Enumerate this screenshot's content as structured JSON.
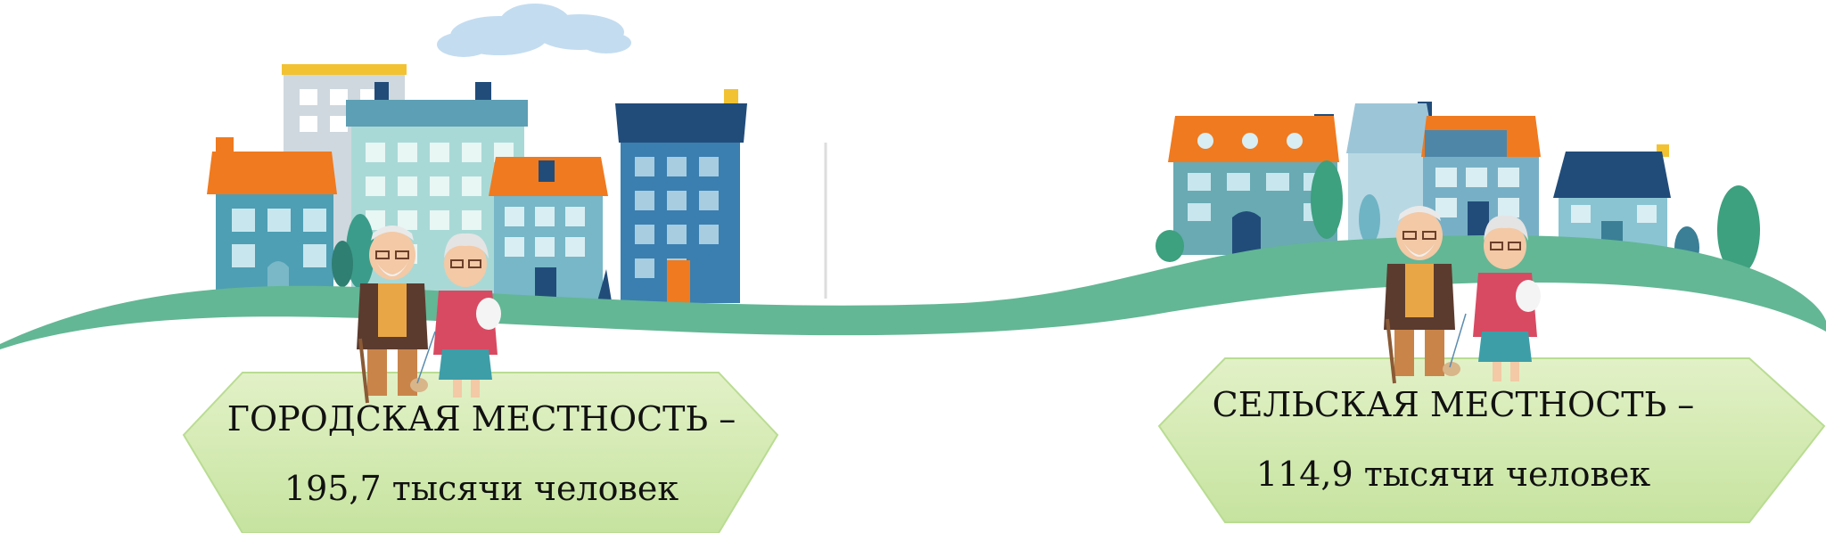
{
  "urban": {
    "line1": "ГОРОДСКАЯ МЕСТНОСТЬ –",
    "line2": "195,7 тысячи человек"
  },
  "rural": {
    "line1": "СЕЛЬСКАЯ МЕСТНОСТЬ –",
    "line2": "114,9 тысячи человек"
  },
  "colors": {
    "hill": "#63b795",
    "hill_light": "#8fd0b2",
    "badge_fill": "#d4ebb4",
    "badge_edge": "#b9dc92",
    "roof_orange": "#f07a1f",
    "navy": "#214c7a",
    "teal": "#4e9fa3",
    "blue": "#5d8fb4",
    "cloud": "#c3dcf0"
  }
}
